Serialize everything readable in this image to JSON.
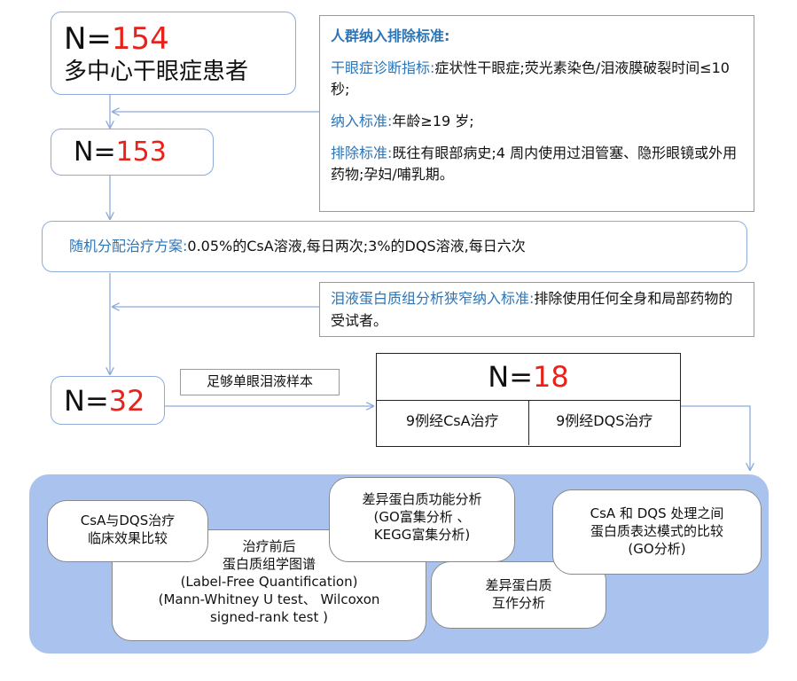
{
  "boxes": {
    "n154_prefix": "N=",
    "n154_value": "154",
    "n154_subtitle": "多中心干眼症患者",
    "n153_prefix": "N=",
    "n153_value": "153",
    "n32_prefix": "N=",
    "n32_value": "32",
    "n18_prefix": "N=",
    "n18_value": "18",
    "n18_left": "9例经CsA治疗",
    "n18_right": "9例经DQS治疗"
  },
  "criteria": {
    "title": "人群纳入排除标准:",
    "diag_label": "干眼症诊断指标:",
    "diag_text": "症状性干眼症;荧光素染色/泪液膜破裂时间≤10 秒;",
    "incl_label": "纳入标准:",
    "incl_text": "年龄≥19 岁;",
    "excl_label": "排除标准:",
    "excl_text": "既往有眼部病史;4 周内使用过泪管塞、隐形眼镜或外用药物;孕妇/哺乳期。"
  },
  "randomize": {
    "label": "随机分配治疗方案:",
    "text": "0.05%的CsA溶液,每日两次;3%的DQS溶液,每日六次"
  },
  "proteomics_criteria": {
    "label": "泪液蛋白质组分析狭窄纳入标准:",
    "text": "排除使用任何全身和局部药物的受试者。"
  },
  "sample_label": "足够单眼泪液样本",
  "analyses": {
    "clinical_l1": "CsA与DQS治疗",
    "clinical_l2": "临床效果比较",
    "profile_l1": "治疗前后",
    "profile_l2": "蛋白质组学图谱",
    "profile_l3": "(Label-Free Quantification)",
    "profile_l4": "(Mann-Whitney U test、 Wilcoxon",
    "profile_l5": "signed-rank test )",
    "func_l1": "差异蛋白质功能分析",
    "func_l2": "(GO富集分析 、",
    "func_l3": "KEGG富集分析)",
    "interact_l1": "差异蛋白质",
    "interact_l2": "互作分析",
    "compare_l1": "CsA 和 DQS 处理之间",
    "compare_l2": "蛋白质表达模式的比较",
    "compare_l3": "(GO分析)"
  },
  "colors": {
    "accent_blue": "#2e75b6",
    "number_red": "#e8221b",
    "box_border": "#8eaadb",
    "panel_bg": "#a9c2ee"
  }
}
